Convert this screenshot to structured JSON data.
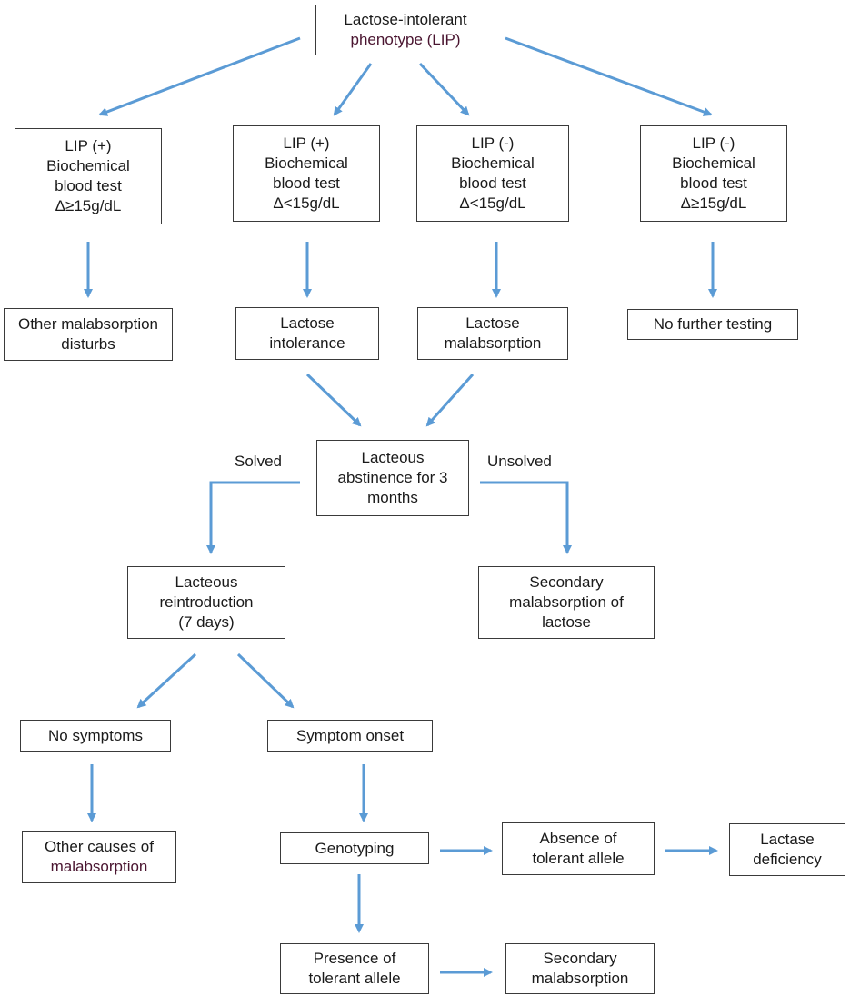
{
  "nodes": {
    "root": {
      "line1": "Lactose-intolerant",
      "line2_pre": "phenotype ",
      "line2_hl": "(LIP)"
    },
    "lip1": "LIP  (+)\nBiochemical\nblood test\nΔ≥15g/dL",
    "lip2": "LIP (+)\nBiochemical\nblood test\nΔ<15g/dL",
    "lip3": "LIP (-)\nBiochemical\nblood test\nΔ<15g/dL",
    "lip4": "LIP (-)\nBiochemical\nblood test\nΔ≥15g/dL",
    "other_malabsorption": "Other  malabsorption\ndisturbs",
    "lactose_intolerance": "Lactose\nintolerance",
    "lactose_malabsorption": "Lactose\nmalabsorption",
    "no_further_testing": "No further testing",
    "abstinence": "Lacteous\nabstinence for 3\nmonths",
    "reintroduction": "Lacteous\nreintroduction\n(7 days)",
    "secondary_lactose": "Secondary\nmalabsorption of\nlactose",
    "no_symptoms": "No symptoms",
    "symptom_onset": "Symptom  onset",
    "other_causes": {
      "line1": "Other causes of",
      "line2": "malabsorption"
    },
    "genotyping": "Genotyping",
    "absence_allele": "Absence of\ntolerant allele",
    "lactase_deficiency": "Lactase\ndeficiency",
    "presence_allele": "Presence of\ntolerant allele",
    "secondary_malabsorption": "Secondary\nmalabsorption"
  },
  "edge_labels": {
    "solved": "Solved",
    "unsolved": "Unsolved"
  },
  "colors": {
    "arrow": "#5b9bd5",
    "border": "#3a3a3a",
    "highlight_text": "#4a1530"
  }
}
